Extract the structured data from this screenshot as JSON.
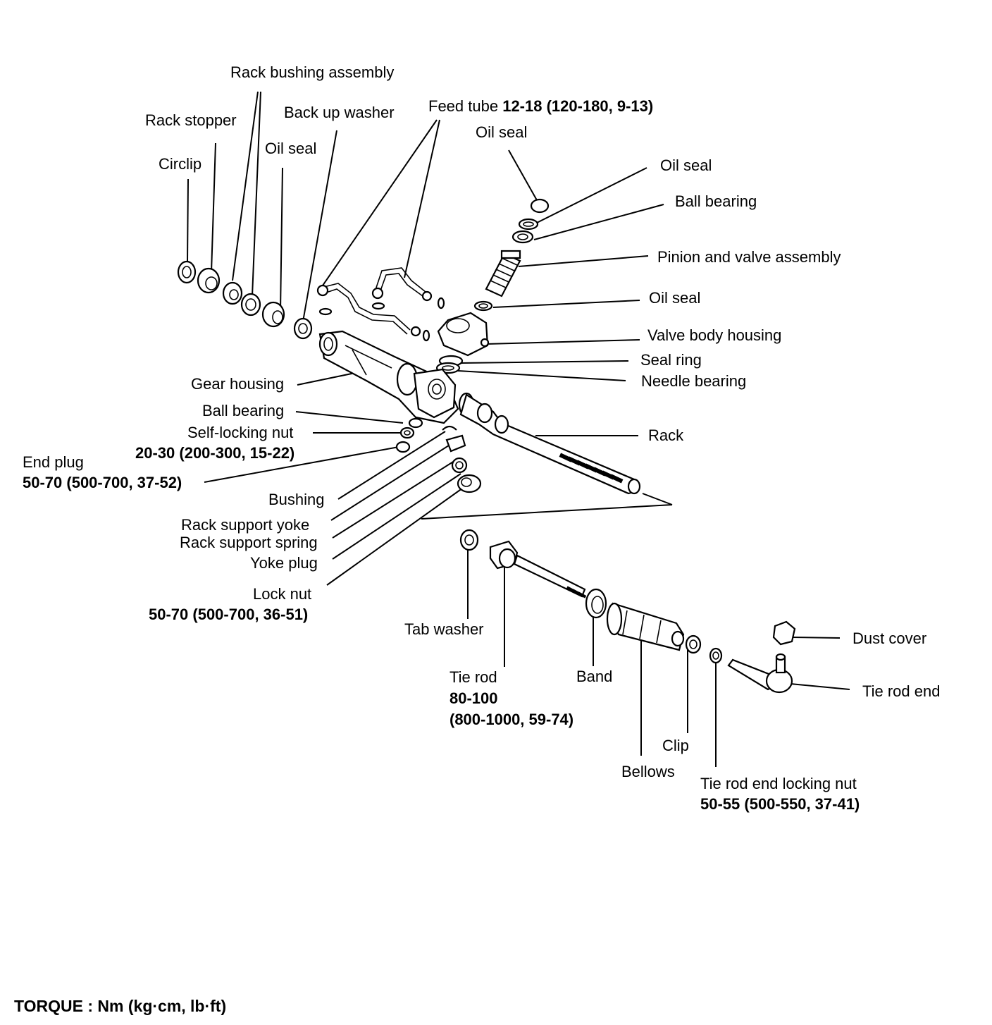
{
  "parts": {
    "rack_bushing_assembly": "Rack bushing assembly",
    "rack_stopper": "Rack stopper",
    "back_up_washer": "Back up washer",
    "feed_tube": "Feed tube",
    "feed_tube_torque": "12-18 (120-180, 9-13)",
    "oil_seal_top": "Oil seal",
    "circlip": "Circlip",
    "oil_seal_left": "Oil seal",
    "oil_seal_right": "Oil seal",
    "ball_bearing_top": "Ball bearing",
    "pinion_valve": "Pinion and valve assembly",
    "oil_seal_mid": "Oil seal",
    "valve_body_housing": "Valve body housing",
    "seal_ring": "Seal ring",
    "needle_bearing": "Needle bearing",
    "gear_housing": "Gear housing",
    "ball_bearing_lower": "Ball bearing",
    "self_locking_nut": "Self-locking nut",
    "self_locking_nut_torque": "20-30 (200-300, 15-22)",
    "end_plug": "End plug",
    "end_plug_torque": "50-70 (500-700, 37-52)",
    "rack": "Rack",
    "bushing": "Bushing",
    "rack_support_yoke": "Rack support yoke",
    "rack_support_spring": "Rack support spring",
    "yoke_plug": "Yoke plug",
    "lock_nut": "Lock nut",
    "lock_nut_torque": "50-70 (500-700, 36-51)",
    "tab_washer": "Tab washer",
    "tie_rod": "Tie rod",
    "tie_rod_torque_a": "80-100",
    "tie_rod_torque_b": "(800-1000, 59-74)",
    "band": "Band",
    "dust_cover": "Dust cover",
    "tie_rod_end": "Tie rod end",
    "clip": "Clip",
    "bellows": "Bellows",
    "tie_rod_end_locking_nut": "Tie rod end locking nut",
    "tie_rod_end_locking_nut_torque": "50-55 (500-550, 37-41)"
  },
  "footer": {
    "torque_units": "TORQUE : Nm (kg·cm, lb·ft)"
  }
}
